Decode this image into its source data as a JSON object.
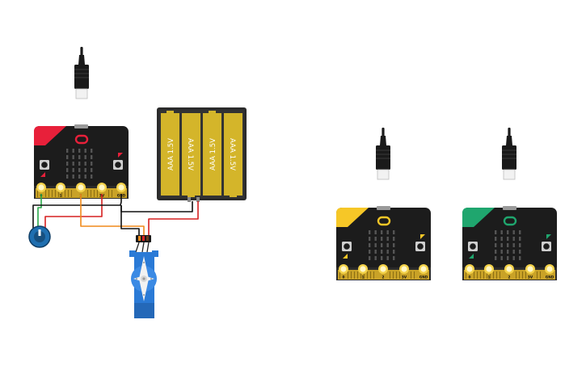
{
  "boards": [
    {
      "id": "red",
      "accent": "#e8203a",
      "pins": [
        "0",
        "1",
        "2",
        "3V",
        "GND"
      ]
    },
    {
      "id": "yellow",
      "accent": "#f6c727",
      "pins": [
        "0",
        "1",
        "2",
        "3V",
        "GND"
      ]
    },
    {
      "id": "green",
      "accent": "#1fa66e",
      "pins": [
        "0",
        "1",
        "2",
        "3V",
        "GND"
      ]
    }
  ],
  "battery_pack": {
    "cells": [
      "AAA 1.5V",
      "AAA 1.5V",
      "AAA 1.5V",
      "AAA 1.5V"
    ],
    "cell_color": "#d4b52a",
    "case_color": "#2b2b2b"
  },
  "potentiometer": {
    "icon": "potentiometer-icon",
    "color": "#1f6fb0"
  },
  "servo": {
    "icon": "servo-icon",
    "color": "#2a7ad6"
  },
  "usb_cables": [
    "usb-cable-icon",
    "usb-cable-icon",
    "usb-cable-icon"
  ],
  "wire_colors": {
    "ground": "#111111",
    "power": "#d62020",
    "signal_green": "#2aa84a",
    "signal_orange": "#f08a1c"
  }
}
